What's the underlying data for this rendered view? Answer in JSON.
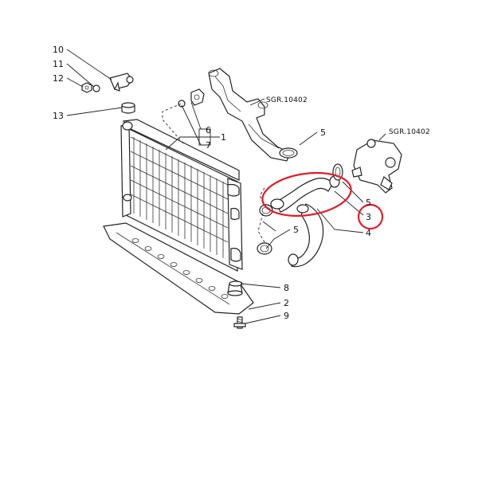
{
  "callouts": {
    "c1": "1",
    "c2": "2",
    "c3": "3",
    "c4": "4",
    "c5a": "5",
    "c5b": "5",
    "c5c": "5",
    "c6": "6",
    "c7": "7",
    "c8": "8",
    "c9": "9",
    "c10": "10",
    "c11": "11",
    "c12": "12",
    "c13": "13"
  },
  "references": {
    "ref_top": "SGR.10402",
    "ref_right": "SGR.10402"
  },
  "highlight_color": "#e11d2a",
  "line_color": "#222222"
}
